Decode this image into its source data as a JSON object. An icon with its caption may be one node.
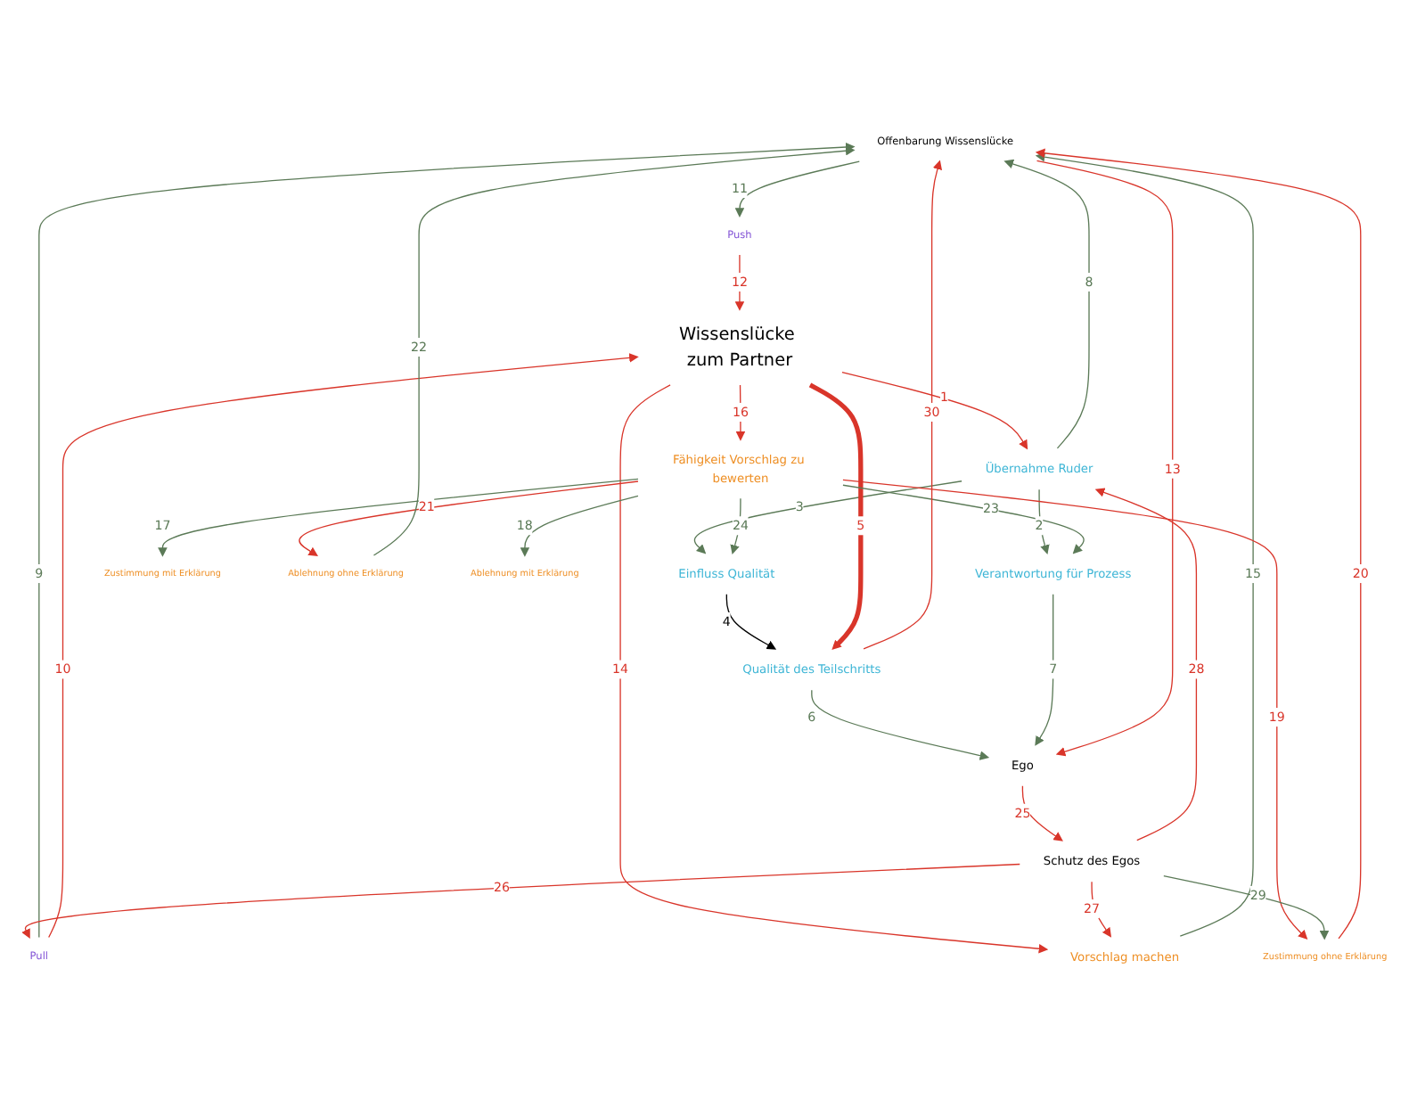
{
  "diagram": {
    "nodes": [
      {
        "text": [
          "Offenbarung Wissenslücke"
        ]
      },
      {
        "text": [
          "Qualität des Teilschritts"
        ]
      },
      {
        "text": [
          "Pull"
        ]
      },
      {
        "text": [
          "Push"
        ]
      },
      {
        "text": [
          "Wissenslücke zum Partner"
        ]
      },
      {
        "text": [
          "Verantwortung für Prozess"
        ]
      },
      {
        "text": [
          "Übernahme Ruder"
        ]
      },
      {
        "text": [
          "Vorschlag machen"
        ]
      },
      {
        "text": [
          "Einfluss Qualität"
        ]
      },
      {
        "text": [
          "Fähigkeit Vorschlag zu bewerten"
        ]
      },
      {
        "text": [
          "Ego"
        ]
      },
      {
        "text": [
          "Zustimmung mit Erklärung"
        ]
      },
      {
        "text": [
          "Zustimmung ohne Erklärung"
        ]
      },
      {
        "text": [
          "Ablehnung ohne Erklärung"
        ]
      },
      {
        "text": [
          "Ablehnung mit Erklärung"
        ]
      },
      {
        "text": [
          "Schutz des Egos"
        ]
      }
    ],
    "edges": [
      {
        "from": 4,
        "to": 6,
        "arrow": "to",
        "label": "1"
      },
      {
        "from": 6,
        "to": 5,
        "arrow": "to",
        "label": "2",
        "color": "#5b7a57"
      },
      {
        "from": 6,
        "to": 8,
        "arrow": "to",
        "label": "3",
        "color": "#5b7a57"
      },
      {
        "from": 8,
        "to": 1,
        "arrow": "to",
        "label": "4",
        "color": "#000000"
      },
      {
        "from": 4,
        "to": 1,
        "arrow": "to",
        "label": "5",
        "style": "thick"
      },
      {
        "from": 1,
        "to": 10,
        "arrow": "to",
        "label": "6",
        "color": "#5b7a57"
      },
      {
        "from": 5,
        "to": 10,
        "arrow": "to",
        "label": "7",
        "color": "#5b7a57"
      },
      {
        "from": 6,
        "to": 0,
        "arrow": "to",
        "label": "8",
        "color": "#5b7a57"
      },
      {
        "from": 2,
        "to": 0,
        "arrow": "to",
        "label": "9",
        "color": "#5b7a57"
      },
      {
        "from": 2,
        "to": 4,
        "arrow": "to",
        "label": "10"
      },
      {
        "from": 0,
        "to": 3,
        "arrow": "to",
        "label": "11",
        "color": "#5b7a57"
      },
      {
        "from": 3,
        "to": 4,
        "arrow": "to",
        "label": "12"
      },
      {
        "from": 0,
        "to": 10,
        "arrow": "to",
        "label": "13"
      },
      {
        "from": 4,
        "to": 7,
        "arrow": "to",
        "label": "14"
      },
      {
        "from": 7,
        "to": 0,
        "arrow": "to",
        "label": "15",
        "color": "#5b7a57"
      },
      {
        "from": 4,
        "to": 9,
        "arrow": "to",
        "label": "16"
      },
      {
        "from": 9,
        "to": 11,
        "arrow": "to",
        "label": "17",
        "color": "#5b7a57"
      },
      {
        "from": 9,
        "to": 14,
        "arrow": "to",
        "label": "18",
        "color": "#5b7a57"
      },
      {
        "from": 9,
        "to": 12,
        "arrow": "to",
        "label": "19"
      },
      {
        "from": 12,
        "to": 0,
        "arrow": "to",
        "label": "20"
      },
      {
        "from": 9,
        "to": 13,
        "arrow": "to",
        "label": "21"
      },
      {
        "from": 13,
        "to": 0,
        "arrow": "to",
        "label": "22",
        "color": "#5b7a57"
      },
      {
        "from": 9,
        "to": 5,
        "arrow": "to",
        "label": "23",
        "color": "#5b7a57"
      },
      {
        "from": 9,
        "to": 8,
        "arrow": "to",
        "label": "24",
        "color": "#5b7a57"
      },
      {
        "from": 10,
        "to": 15,
        "arrow": "to",
        "label": "25"
      },
      {
        "from": 15,
        "to": 2,
        "arrow": "to",
        "label": "26"
      },
      {
        "from": 15,
        "to": 7,
        "arrow": "to",
        "label": "27"
      },
      {
        "from": 15,
        "to": 6,
        "arrow": "to",
        "label": "28"
      },
      {
        "from": 15,
        "to": 12,
        "arrow": "to",
        "label": "29",
        "color": "#5b7a57"
      },
      {
        "from": 1,
        "to": 0,
        "arrow": "to",
        "label": "30"
      }
    ]
  }
}
